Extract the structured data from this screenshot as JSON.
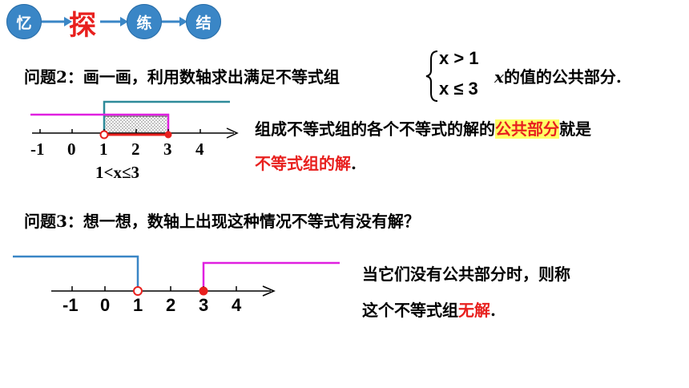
{
  "nav": {
    "items": [
      {
        "label": "忆"
      },
      {
        "label": "探"
      },
      {
        "label": "练"
      },
      {
        "label": "结"
      }
    ],
    "active_index": 1,
    "colors": {
      "circle": "#3a86c6",
      "active": "#e8201e",
      "arrow": "#3a86c6"
    }
  },
  "question2": {
    "text_before": "问题2：画一画，利用数轴求出满足不等式组",
    "system": [
      "x > 1",
      "x ≤ 3"
    ],
    "text_after_var": "x",
    "text_after": "的值的公共部分."
  },
  "axis1": {
    "ticks": [
      "-1",
      "0",
      "1",
      "2",
      "3",
      "4"
    ],
    "solution_label": "1<x≤3",
    "colors": {
      "upper": "#2e8b9a",
      "lower": "#e020e0",
      "segment": "#e8201e"
    }
  },
  "explanation1": {
    "part1": "组成不等式组的各个不等式的解的",
    "highlight": "公共部分",
    "part2": "就是",
    "line2_red": "不等式组的解",
    "line2_end": "."
  },
  "question3": {
    "text": "问题3：想一想，数轴上出现这种情况不等式有没有解？"
  },
  "axis2": {
    "ticks": [
      "-1",
      "0",
      "1",
      "2",
      "3",
      "4"
    ],
    "colors": {
      "left_ray": "#3a86c6",
      "right_ray": "#e020e0",
      "open_dot": "#e8201e",
      "closed_dot": "#e8201e"
    }
  },
  "explanation2": {
    "line1": "当它们没有公共部分时，则称",
    "line2_start": "这个不等式组",
    "line2_red": "无解",
    "line2_end": "."
  }
}
